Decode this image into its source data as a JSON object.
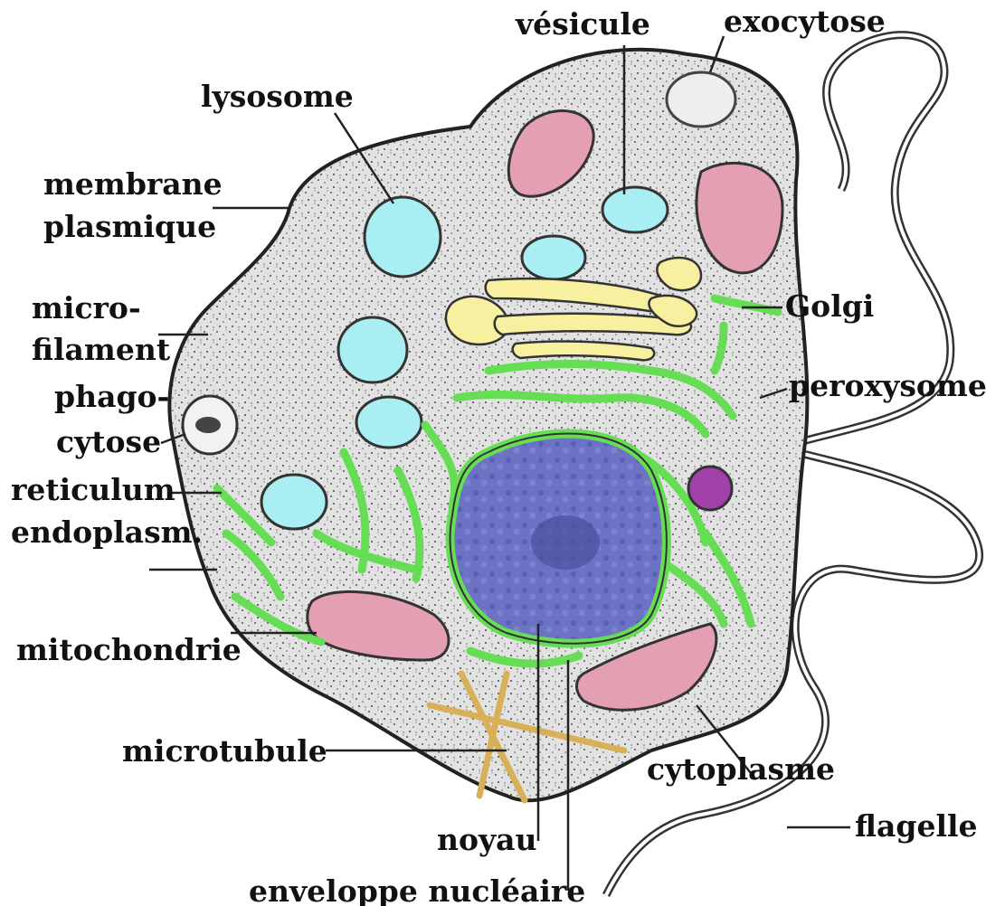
{
  "labels": {
    "vesicule": "vésicule",
    "exocytose": "exocytose",
    "lysosome": "lysosome",
    "membrane_line1": "membrane",
    "membrane_line2": "plasmique",
    "microfilament_line1": "micro-",
    "microfilament_line2": "filament",
    "phagocytose_line1": "phago-",
    "phagocytose_line2": "cytose",
    "reticulum_line1": "reticulum",
    "reticulum_line2": "endoplasm.",
    "mitochondrie": "mitochondrie",
    "microtubule": "microtubule",
    "golgi": "Golgi",
    "peroxysome": "peroxysome",
    "cytoplasme": "cytoplasme",
    "noyau": "noyau",
    "enveloppe": "enveloppe nucléaire",
    "flagelle": "flagelle"
  },
  "colors": {
    "cytoplasm": "#dcdcdc",
    "lysosome": "#a8eef2",
    "mitochondria": "#e4a0b2",
    "golgi": "#f6f0a0",
    "reticulum": "#66dd55",
    "nucleus": "#6c72c4",
    "peroxisome": "#a040a8",
    "microtubule": "#d8b058",
    "outline": "#222222"
  }
}
